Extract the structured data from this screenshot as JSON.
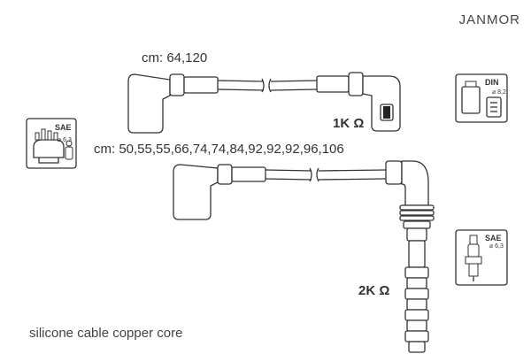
{
  "brand": "JANMOR",
  "lengths_short": "cm: 64,120",
  "lengths_long": "cm: 50,55,55,66,74,74,84,92,92,92,96,106",
  "resistance_1": "1K Ω",
  "resistance_2": "2K Ω",
  "footer": "silicone cable copper core",
  "badges": {
    "sae_left": "SAE",
    "din": "DIN",
    "sae_right": "SAE"
  },
  "colors": {
    "line": "#333333",
    "text": "#333333",
    "fill": "#ffffff"
  }
}
